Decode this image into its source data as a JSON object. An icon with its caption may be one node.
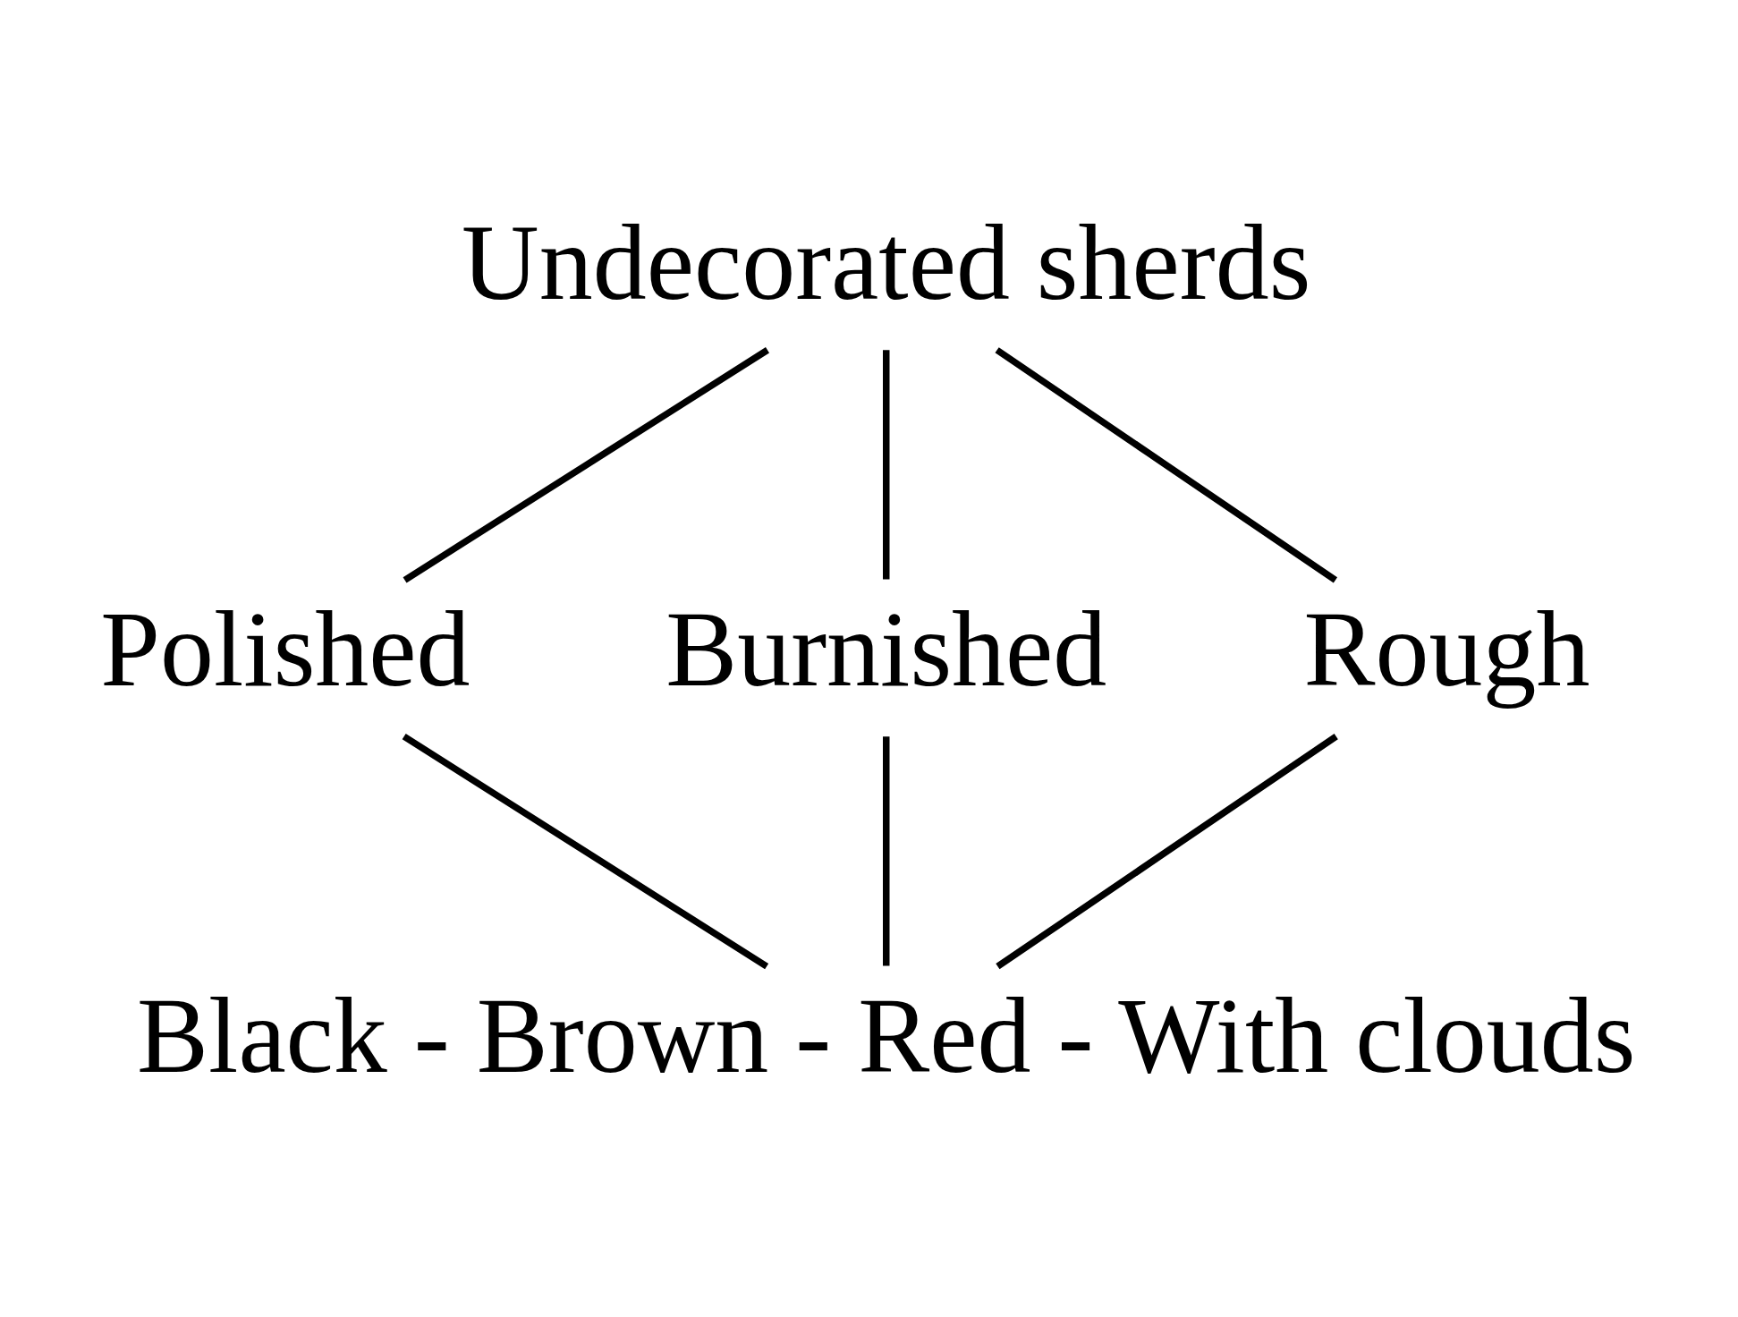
{
  "diagram": {
    "nodes": [
      {
        "text": [
          "Undecorated sherds"
        ]
      },
      {
        "text": [
          "Polished"
        ]
      },
      {
        "text": [
          "Burnished"
        ]
      },
      {
        "text": [
          "Rough"
        ]
      },
      {
        "text": [
          "Black - Brown - Red - With clouds"
        ]
      }
    ],
    "edges": [
      {
        "from": 0,
        "to": 1,
        "arrow": "none"
      },
      {
        "from": 0,
        "to": 2,
        "arrow": "none"
      },
      {
        "from": 0,
        "to": 3,
        "arrow": "none"
      },
      {
        "from": 1,
        "to": 4,
        "arrow": "none"
      },
      {
        "from": 2,
        "to": 4,
        "arrow": "none"
      },
      {
        "from": 3,
        "to": 4,
        "arrow": "none"
      }
    ]
  }
}
